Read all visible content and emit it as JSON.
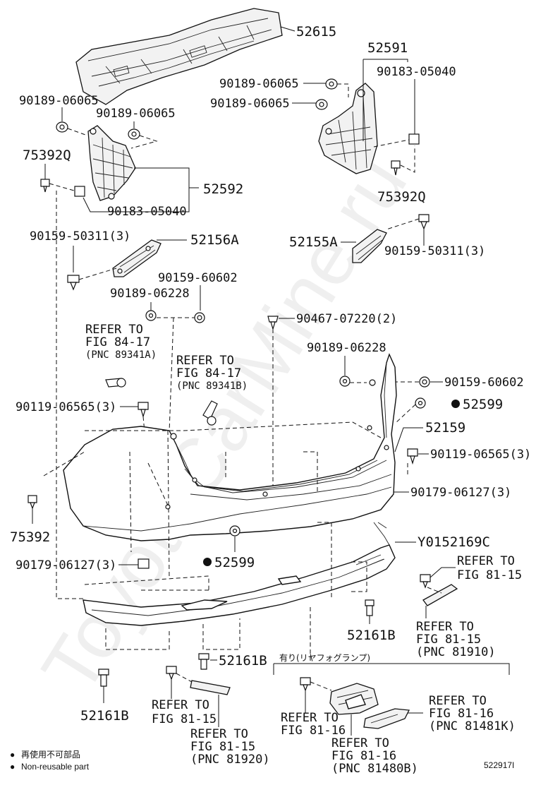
{
  "watermark": "ToyotaCarMine.ru",
  "diagram_id": "522917I",
  "legend": {
    "marker": "●",
    "jp_text": "再使用不可部品",
    "en_text": "Non-reusable part"
  },
  "labels": {
    "p52615": "52615",
    "p52591": "52591",
    "p90183_05040_r": "90183-05040",
    "p90189_06065_r1": "90189-06065",
    "p90189_06065_r2": "90189-06065",
    "p90189_06065_l1": "90189-06065",
    "p90189_06065_l2": "90189-06065",
    "p75392Q_l": "75392Q",
    "p52592": "52592",
    "p90183_05040_l": "90183-05040",
    "p75392Q_r": "75392Q",
    "p90159_50311_l": "90159-50311(3)",
    "p52156A": "52156A",
    "p52155A": "52155A",
    "p90159_50311_r": "90159-50311(3)",
    "p90159_60602_l": "90159-60602",
    "p90189_06228_l": "90189-06228",
    "p90467_07220": "90467-07220(2)",
    "p90189_06228_r": "90189-06228",
    "p90159_60602_r": "90159-60602",
    "p52599_r": "52599",
    "p52159": "52159",
    "p90119_06565_r": "90119-06565(3)",
    "p90119_06565_l": "90119-06565(3)",
    "p90179_06127_r": "90179-06127(3)",
    "p75392": "75392",
    "pY0152169C": "Y0152169C",
    "p52599_l": "52599",
    "p90179_06127_l": "90179-06127(3)",
    "p52161B_r": "52161B",
    "p52161B_m": "52161B",
    "p52161B_l": "52161B",
    "fog_lamp_note": "有り(リヤフォグランプ)",
    "ref_a_1": "REFER TO",
    "ref_a_2": "FIG 84-17",
    "ref_a_3": "(PNC 89341A)",
    "ref_b_1": "REFER TO",
    "ref_b_2": "FIG 84-17",
    "ref_b_3": "(PNC 89341B)",
    "ref_c_1": "REFER TO",
    "ref_c_2": "FIG 81-15",
    "ref_d_1": "REFER TO",
    "ref_d_2": "FIG 81-15",
    "ref_d_3": "(PNC 81910)",
    "ref_e_1": "REFER TO",
    "ref_e_2": "FIG 81-15",
    "ref_f_1": "REFER TO",
    "ref_f_2": "FIG 81-15",
    "ref_f_3": "(PNC 81920)",
    "ref_g_1": "REFER TO",
    "ref_g_2": "FIG 81-16",
    "ref_h_1": "REFER TO",
    "ref_h_2": "FIG 81-16",
    "ref_h_3": "(PNC 81480B)",
    "ref_i_1": "REFER TO",
    "ref_i_2": "FIG 81-16",
    "ref_i_3": "(PNC 81481K)"
  }
}
